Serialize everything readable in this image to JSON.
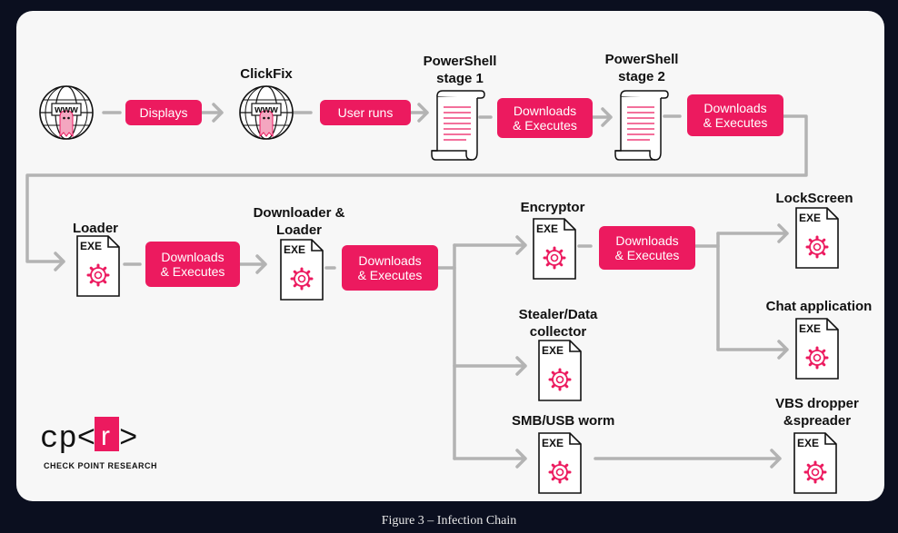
{
  "nodes": {
    "clickfix": "ClickFix",
    "ps_stage1": "PowerShell\nstage 1",
    "ps_stage2": "PowerShell\nstage 2",
    "loader": "Loader",
    "downloader_loader": "Downloader &\nLoader",
    "encryptor": "Encryptor",
    "lockscreen": "LockScreen",
    "chat_application": "Chat application",
    "stealer": "Stealer/Data\ncollector",
    "smb_usb_worm": "SMB/USB worm",
    "vbs_dropper": "VBS dropper\n&spreader"
  },
  "actions": {
    "displays": "Displays",
    "user_runs": "User runs",
    "downloads_executes": "Downloads\n& Executes"
  },
  "icons": {
    "exe_label": "EXE",
    "www_label": "www"
  },
  "logo": {
    "left": "cp<",
    "middle": "r",
    "right": ">",
    "subtitle": "CHECK POINT RESEARCH"
  },
  "caption": "Figure 3 – Infection Chain",
  "colors": {
    "accent": "#ec1a5f",
    "arrow": "#b3b3b3",
    "background": "#0b0f1f",
    "card": "#f7f7f7"
  }
}
